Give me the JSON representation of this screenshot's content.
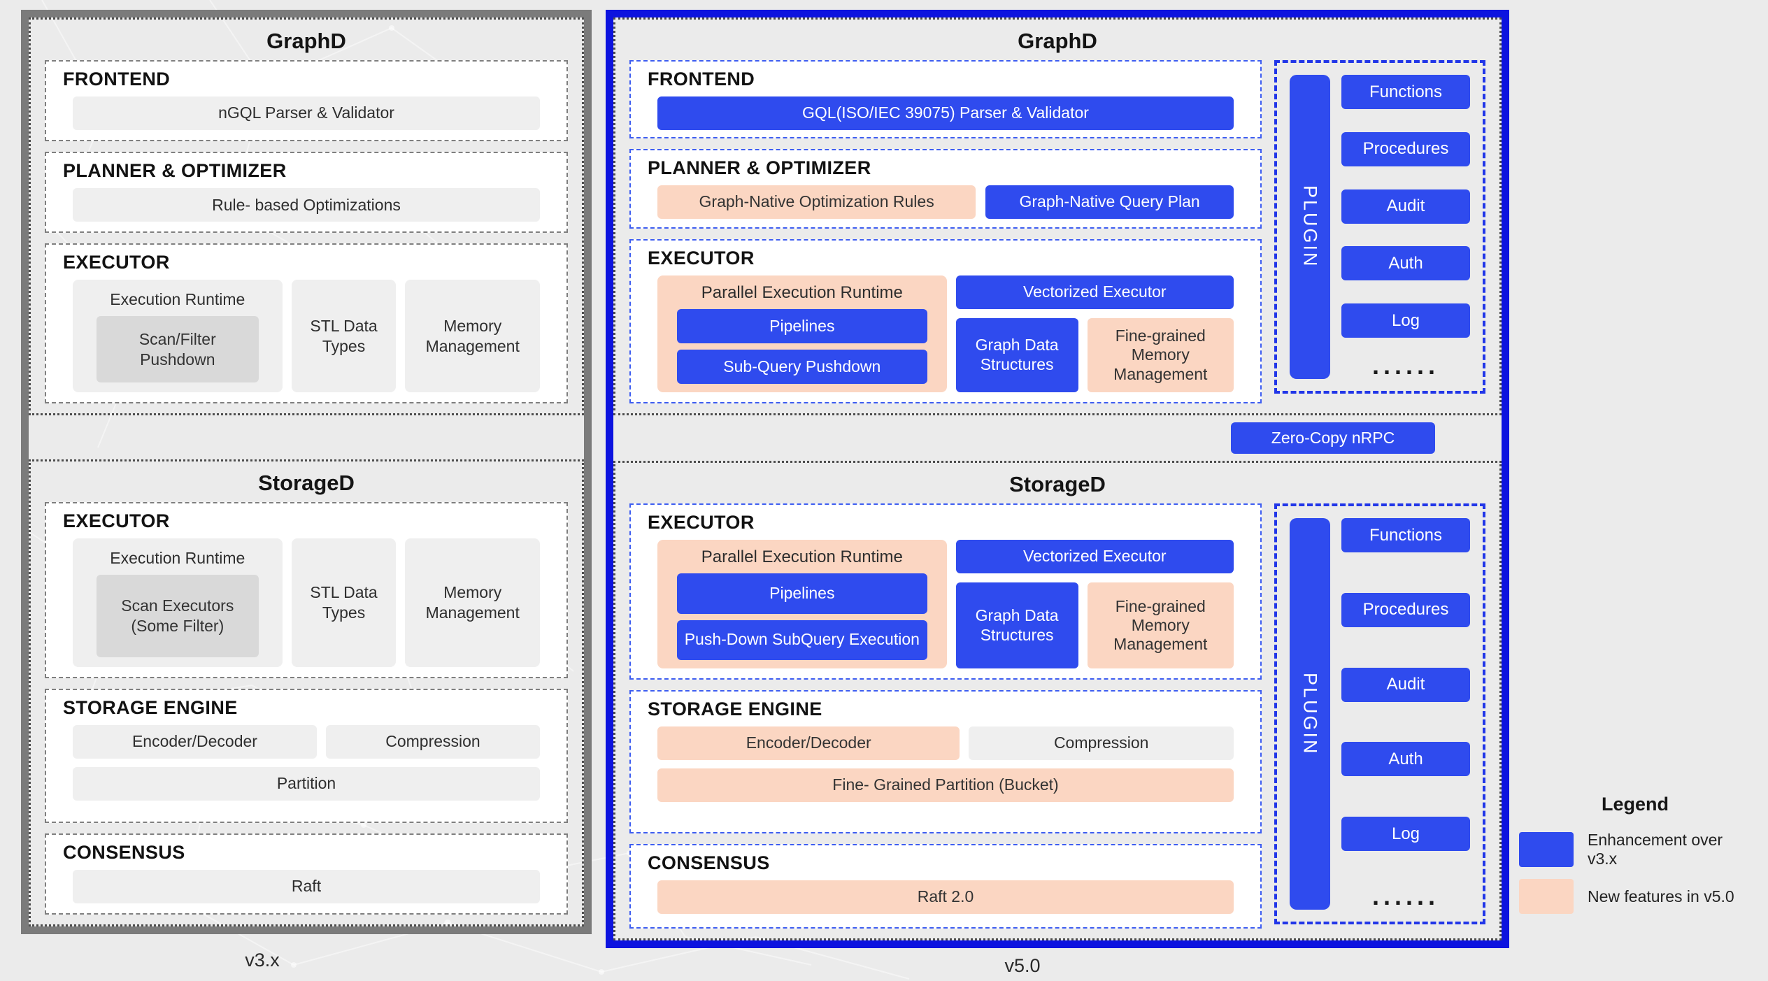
{
  "colors": {
    "bg": "#ebebeb",
    "blue": "#2f4bee",
    "peach": "#fbd6c2",
    "border-gray": "#7b7b7b",
    "border-blue": "#0d13df",
    "pill-gray": "#efefef",
    "inner-gray": "#d9d9d9",
    "dash-blue": "#3d5df1",
    "plugin-dash": "#2136e8"
  },
  "footer": {
    "v3_label": "v3.x",
    "v5_label": "v5.0"
  },
  "legend": {
    "title": "Legend",
    "items": [
      {
        "label": "Enhancement over v3.x",
        "color": "#2f4bee"
      },
      {
        "label": "New features in v5.0",
        "color": "#fbd6c2"
      }
    ]
  },
  "v3": {
    "graphd": {
      "title": "GraphD",
      "frontend": {
        "heading": "FRONTEND",
        "item": "nGQL Parser & Validator"
      },
      "planner": {
        "heading": "PLANNER & OPTIMIZER",
        "item": "Rule- based Optimizations"
      },
      "executor": {
        "heading": "EXECUTOR",
        "runtime": {
          "label": "Execution Runtime",
          "inner": "Scan/Filter Pushdown"
        },
        "stl": "STL Data Types",
        "memory": "Memory Management"
      }
    },
    "storaged": {
      "title": "StorageD",
      "executor": {
        "heading": "EXECUTOR",
        "runtime": {
          "label": "Execution Runtime",
          "inner": "Scan Executors (Some Filter)"
        },
        "stl": "STL Data Types",
        "memory": "Memory Management"
      },
      "storage_engine": {
        "heading": "STORAGE ENGINE",
        "encoder": "Encoder/Decoder",
        "compression": "Compression",
        "partition": "Partition"
      },
      "consensus": {
        "heading": "CONSENSUS",
        "raft": "Raft"
      }
    }
  },
  "v5": {
    "rpc": "Zero-Copy nRPC",
    "graphd": {
      "title": "GraphD",
      "frontend": {
        "heading": "FRONTEND",
        "item": "GQL(ISO/IEC 39075) Parser & Validator"
      },
      "planner": {
        "heading": "PLANNER & OPTIMIZER",
        "rules": "Graph-Native Optimization Rules",
        "plan": "Graph-Native Query Plan"
      },
      "executor": {
        "heading": "EXECUTOR",
        "runtime": {
          "label": "Parallel Execution Runtime",
          "pipelines": "Pipelines",
          "subquery": "Sub-Query Pushdown"
        },
        "vectorized": "Vectorized Executor",
        "graph_data": "Graph Data Structures",
        "memory": "Fine-grained Memory Management"
      },
      "plugin": {
        "bar": "PLUGIN",
        "items": [
          "Functions",
          "Procedures",
          "Audit",
          "Auth",
          "Log"
        ],
        "more": "......"
      }
    },
    "storaged": {
      "title": "StorageD",
      "executor": {
        "heading": "EXECUTOR",
        "runtime": {
          "label": "Parallel Execution Runtime",
          "pipelines": "Pipelines",
          "subquery": "Push-Down SubQuery Execution"
        },
        "vectorized": "Vectorized Executor",
        "graph_data": "Graph Data Structures",
        "memory": "Fine-grained Memory Management"
      },
      "storage_engine": {
        "heading": "STORAGE ENGINE",
        "encoder": "Encoder/Decoder",
        "compression": "Compression",
        "partition": "Fine- Grained Partition  (Bucket)"
      },
      "consensus": {
        "heading": "CONSENSUS",
        "raft": "Raft 2.0"
      },
      "plugin": {
        "bar": "PLUGIN",
        "items": [
          "Functions",
          "Procedures",
          "Audit",
          "Auth",
          "Log"
        ],
        "more": "......"
      }
    }
  }
}
